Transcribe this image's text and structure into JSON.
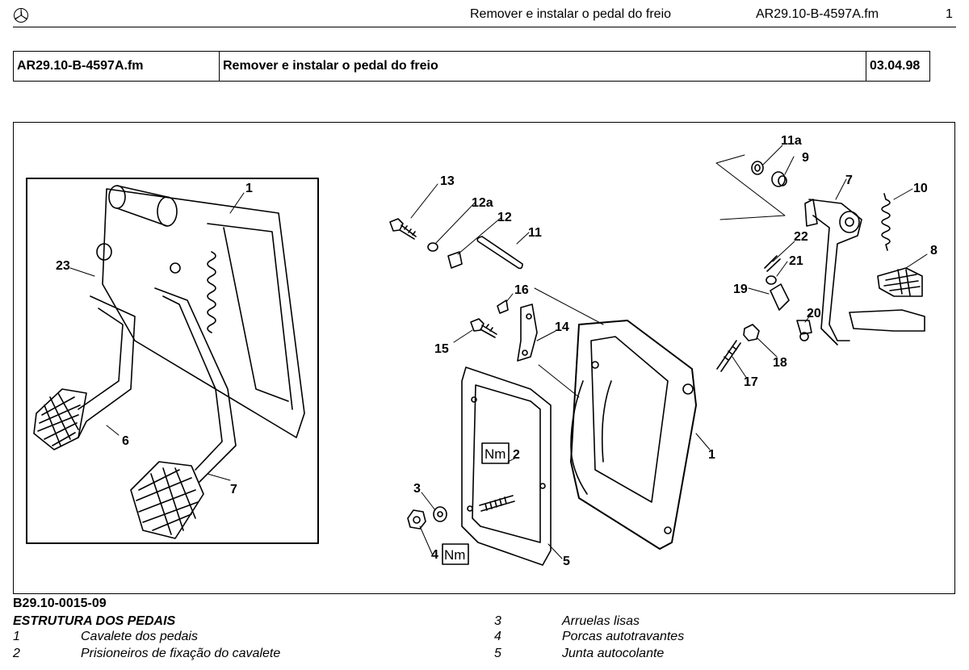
{
  "header": {
    "title": "Remover e instalar o pedal do freio",
    "doc_ref": "AR29.10-B-4597A.fm",
    "page": "1"
  },
  "info_table": {
    "doc_ref": "AR29.10-B-4597A.fm",
    "title": "Remover e instalar o pedal do freio",
    "date": "03.04.98"
  },
  "figure": {
    "id": "B29.10-0015-09",
    "title": "ESTRUTURA DOS PEDAIS",
    "callouts": [
      "1",
      "23",
      "6",
      "7",
      "13",
      "12a",
      "12",
      "11",
      "16",
      "14",
      "15",
      "3",
      "4",
      "2",
      "5",
      "11a",
      "9",
      "7",
      "10",
      "22",
      "21",
      "8",
      "19",
      "20",
      "18",
      "17",
      "1"
    ],
    "torque_label": "Nm"
  },
  "legend": [
    {
      "num": "1",
      "text": "Cavalete dos pedais"
    },
    {
      "num": "2",
      "text": "Prisioneiros de fixação do cavalete"
    },
    {
      "num": "3",
      "text": "Arruelas lisas"
    },
    {
      "num": "4",
      "text": "Porcas autotravantes"
    },
    {
      "num": "5",
      "text": "Junta autocolante"
    }
  ]
}
